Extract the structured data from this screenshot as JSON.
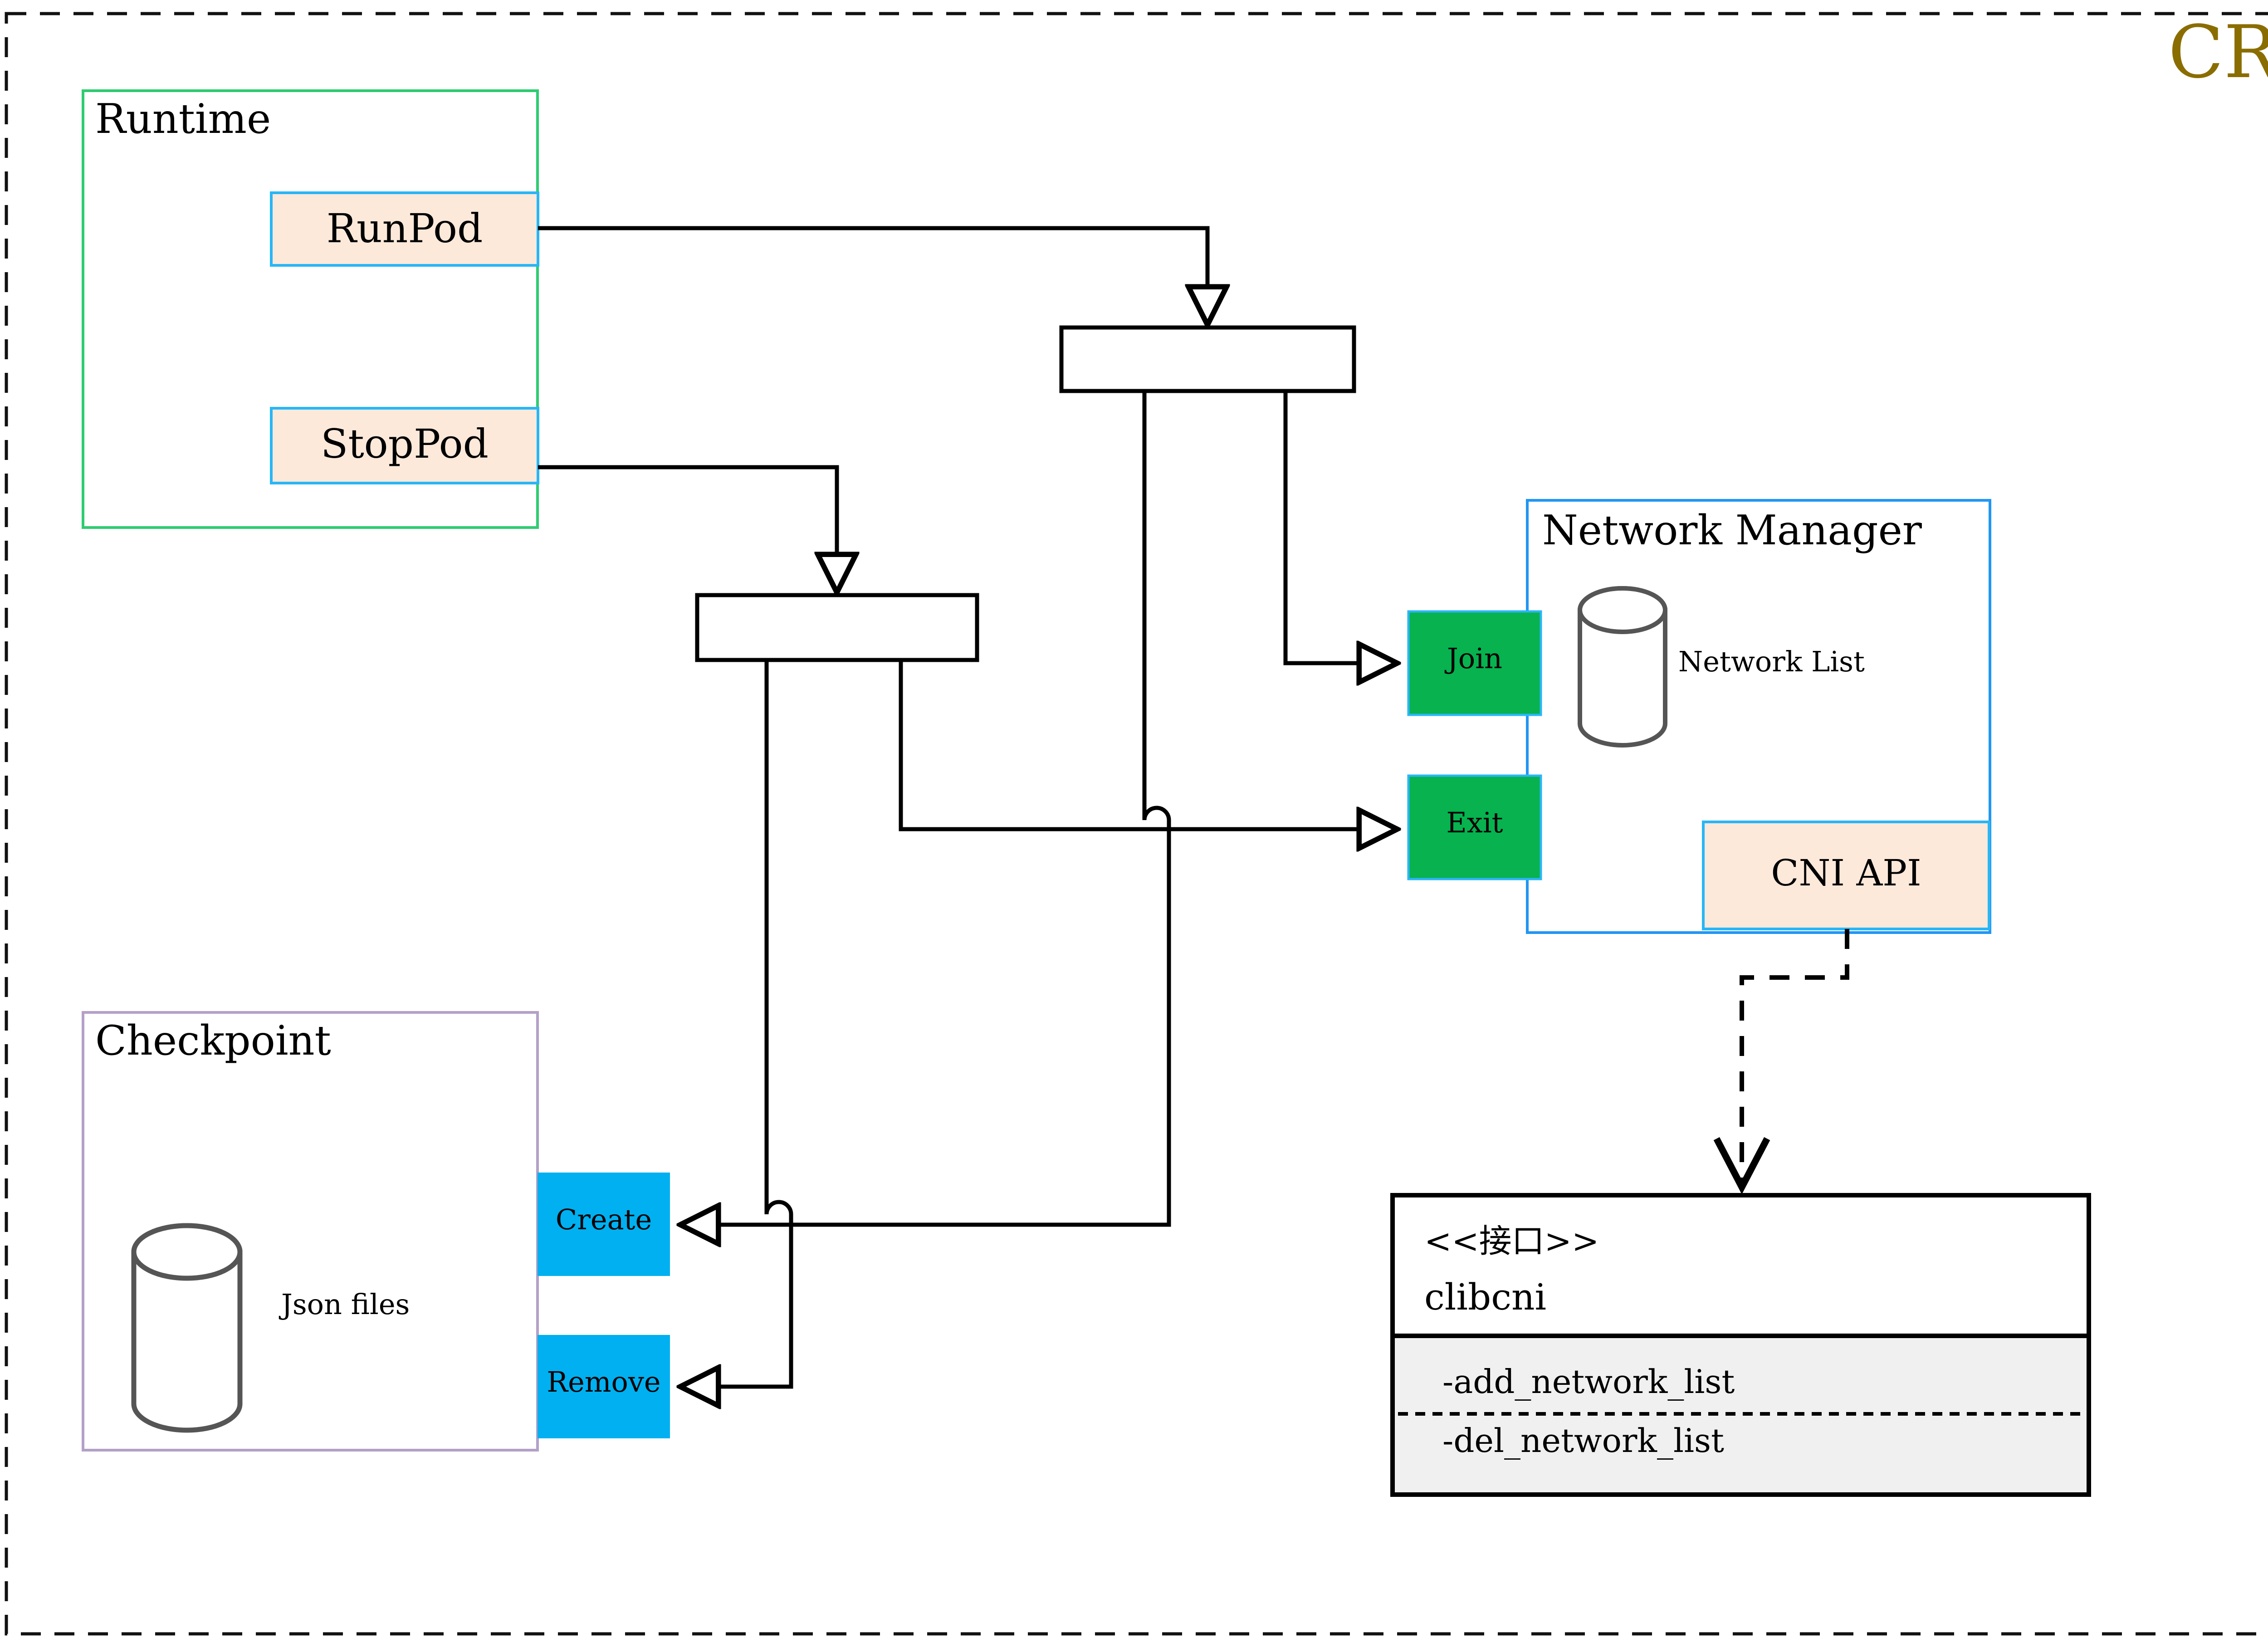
{
  "diagram": {
    "title": "CRI",
    "title_color": "#8a6d00",
    "outer_border": "dashed",
    "groups": [
      {
        "id": "runtime",
        "label": "Runtime",
        "border_color": "#2ecc71"
      },
      {
        "id": "checkpoint",
        "label": "Checkpoint",
        "border_color": "#b3a0c8"
      },
      {
        "id": "netmgr",
        "label": "Network Manager",
        "border_color": "#2196f3"
      }
    ],
    "runtime_ops": [
      {
        "id": "runpod",
        "label": "RunPod",
        "fill": "#fce9da",
        "border": "#29b6f6"
      },
      {
        "id": "stoppod",
        "label": "StopPod",
        "fill": "#fce9da",
        "border": "#29b6f6"
      }
    ],
    "checkpoint_store": {
      "label": "Json files",
      "shape": "cylinder",
      "stroke": "#555555"
    },
    "checkpoint_ops": [
      {
        "id": "create",
        "label": "Create",
        "fill": "#00b0f0"
      },
      {
        "id": "remove",
        "label": "Remove",
        "fill": "#00b0f0"
      }
    ],
    "netmgr_store": {
      "label": "Network List",
      "shape": "cylinder",
      "stroke": "#555555"
    },
    "netmgr_ops": [
      {
        "id": "join",
        "label": "Join",
        "fill": "#07b24f",
        "border": "#29b6f6"
      },
      {
        "id": "exit",
        "label": "Exit",
        "fill": "#07b24f",
        "border": "#29b6f6"
      }
    ],
    "cni_api": {
      "label": "CNI API",
      "fill": "#fce9da",
      "border": "#29b6f6"
    },
    "interface": {
      "stereotype": "<<接口>>",
      "name": "clibcni",
      "methods": [
        "-add_network_list",
        "-del_network_list"
      ],
      "header_fill": "#ffffff",
      "methods_fill": "#f0f0f0",
      "border": "#000000"
    },
    "junctions": [
      {
        "id": "junction-top",
        "label": ""
      },
      {
        "id": "junction-left",
        "label": ""
      }
    ],
    "edge_style": {
      "stroke": "#000000",
      "arrow": "hollow-triangle",
      "dependency": "dashed"
    }
  }
}
